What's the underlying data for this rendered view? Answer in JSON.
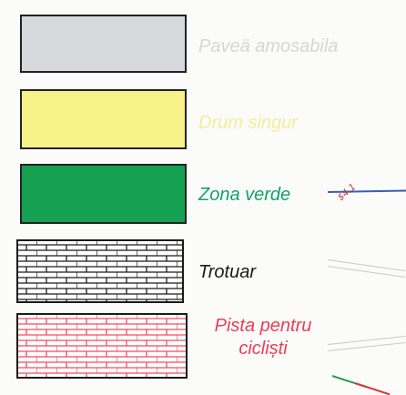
{
  "legend": {
    "items": [
      {
        "id": "paved",
        "label": "Paveä amosabila",
        "label_color": "#d0d0d0",
        "fill": "#d8d9dc",
        "pattern": "solid"
      },
      {
        "id": "road",
        "label": "Drum singur",
        "label_color": "#f2ee9a",
        "fill": "#f7f187",
        "pattern": "solid"
      },
      {
        "id": "green",
        "label": "Zona verde",
        "label_color": "#16a06a",
        "fill": "#15a151",
        "pattern": "solid"
      },
      {
        "id": "sidewalk",
        "label": "Trotuar",
        "label_color": "#1a1a1a",
        "fill": "#ffffff",
        "pattern": "brick-black"
      },
      {
        "id": "bike",
        "label_line1": "Pista pentru",
        "label_line2": "cicliști",
        "label_color": "#ef3b55",
        "fill": "#ffffff",
        "pattern": "brick-red"
      }
    ]
  },
  "scribble": "$4.1"
}
